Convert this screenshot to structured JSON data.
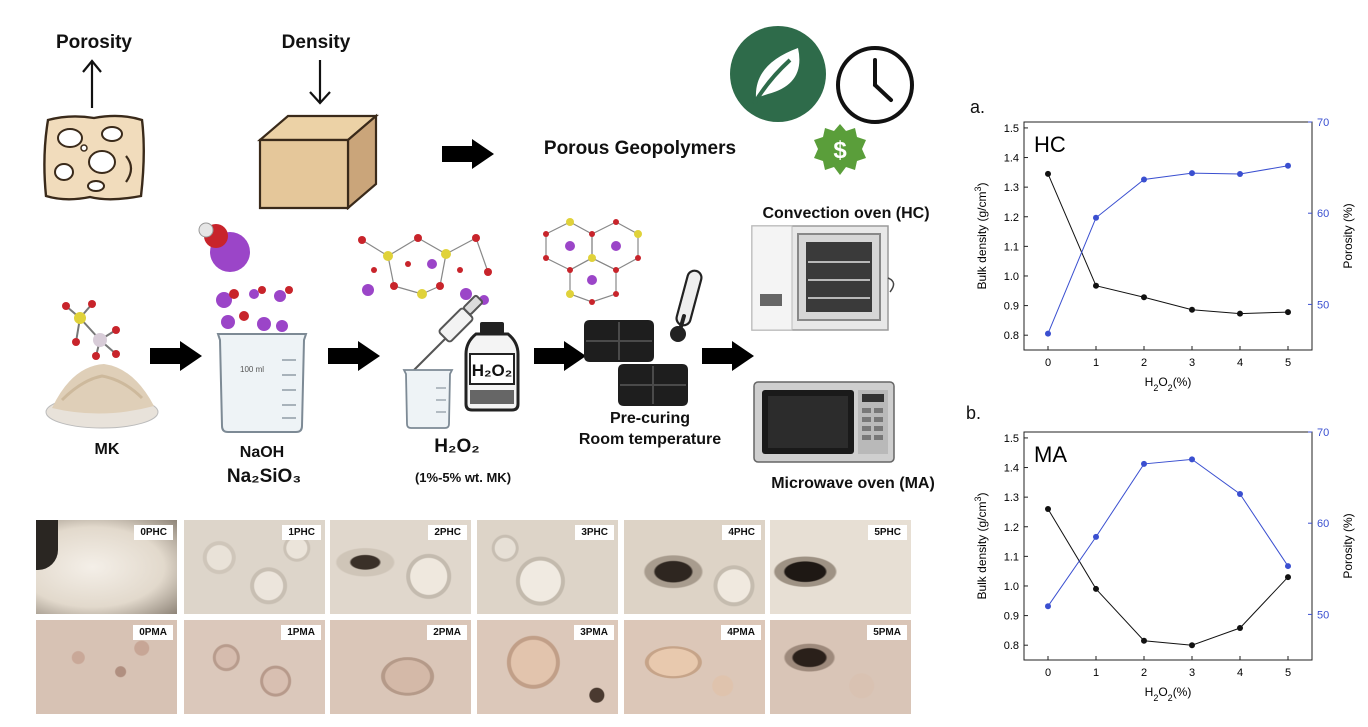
{
  "header": {
    "porosity_label": "Porosity",
    "density_label": "Density",
    "product_label": "Porous Geopolymers"
  },
  "process": {
    "mk_label": "MK",
    "naoh_label": "NaOH",
    "na2sio3_label": "Na₂SiO₃",
    "h2o2_label": "H₂O₂",
    "h2o2_range": "(1%-5% wt. MK)",
    "precuring_line1": "Pre-curing",
    "precuring_line2": "Room temperature",
    "convection_label": "Convection oven (HC)",
    "microwave_label": "Microwave oven (MA)",
    "beaker_text": "100 ml",
    "bottle_text": "H₂O₂"
  },
  "icons": {
    "leaf": "leaf-icon",
    "clock": "clock-icon",
    "dollar": "dollar-badge-icon",
    "eco_color": "#2e6b4a",
    "dollar_color": "#5a9e3a"
  },
  "photos": {
    "hc": [
      "0PHC",
      "1PHC",
      "2PHC",
      "3PHC",
      "4PHC",
      "5PHC"
    ],
    "ma": [
      "0PMA",
      "1PMA",
      "2PMA",
      "3PMA",
      "4PMA",
      "5PMA"
    ]
  },
  "chart_data": [
    {
      "type": "line",
      "panel": "a.",
      "tag": "HC",
      "x": [
        0,
        1,
        2,
        3,
        4,
        5
      ],
      "xlabel": "H2O2(%)",
      "ylabel_left": "Bulk density (g/cm3)",
      "ylabel_right": "Porosity (%)",
      "ylim_left": [
        0.75,
        1.52
      ],
      "ylim_right": [
        45,
        70
      ],
      "yticks_left": [
        0.8,
        0.9,
        1.0,
        1.1,
        1.2,
        1.3,
        1.4,
        1.5
      ],
      "yticks_right": [
        50,
        60,
        70
      ],
      "series": [
        {
          "axis": "left",
          "color": "#111111",
          "values": [
            1.345,
            0.967,
            0.928,
            0.886,
            0.873,
            0.878
          ]
        },
        {
          "axis": "right",
          "color": "#3a4fd0",
          "values": [
            46.8,
            59.5,
            63.7,
            64.4,
            64.3,
            65.2
          ]
        }
      ]
    },
    {
      "type": "line",
      "panel": "b.",
      "tag": "MA",
      "x": [
        0,
        1,
        2,
        3,
        4,
        5
      ],
      "xlabel": "H2O2(%)",
      "ylabel_left": "Bulk density (g/cm3)",
      "ylabel_right": "Porosity (%)",
      "ylim_left": [
        0.75,
        1.52
      ],
      "ylim_right": [
        45,
        70
      ],
      "yticks_left": [
        0.8,
        0.9,
        1.0,
        1.1,
        1.2,
        1.3,
        1.4,
        1.5
      ],
      "yticks_right": [
        50,
        60,
        70
      ],
      "series": [
        {
          "axis": "left",
          "color": "#111111",
          "values": [
            1.26,
            0.99,
            0.815,
            0.8,
            0.858,
            1.03
          ]
        },
        {
          "axis": "right",
          "color": "#3a4fd0",
          "values": [
            50.9,
            58.5,
            66.5,
            67.0,
            63.2,
            55.3
          ]
        }
      ]
    }
  ]
}
